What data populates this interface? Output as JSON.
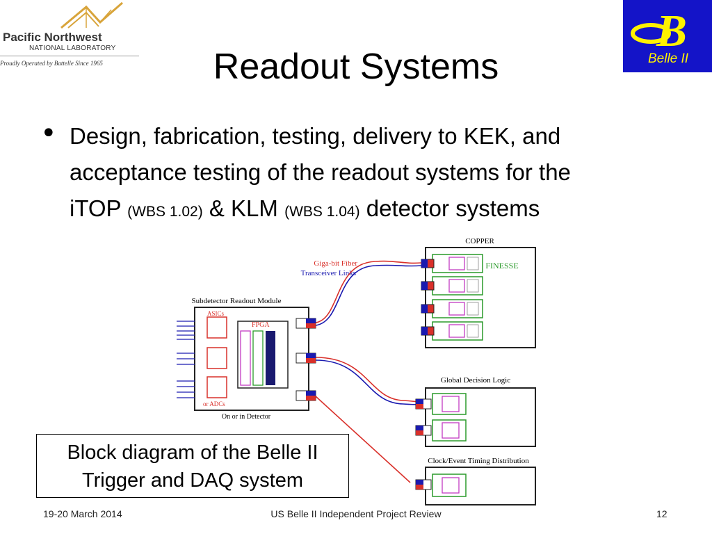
{
  "header": {
    "pnnl_logo": {
      "line1": "Pacific Northwest",
      "line2": "NATIONAL LABORATORY",
      "line3": "Proudly Operated by Battelle Since 1965"
    },
    "belle_logo": {
      "letter": "B",
      "text": "Belle II"
    }
  },
  "title": "Readout Systems",
  "bullet": {
    "line1": "Design, fabrication, testing, delivery to KEK, and",
    "line2": "acceptance testing of the readout systems for the",
    "itop": "iTOP",
    "wbs_itop": "(WBS 1.02)",
    "amp_klm": "& KLM",
    "wbs_klm": "(WBS 1.04)",
    "tail": "detector systems"
  },
  "diagram": {
    "copper": "COPPER",
    "finesse": "FINESSE",
    "fiber_line1": "Giga-bit Fiber",
    "fiber_line2": "Transceiver Links",
    "module_title": "Subdetector Readout Module",
    "asics": "ASICs",
    "fpga": "FPGA",
    "adcs": "or ADCs",
    "on_detector": "On or in Detector",
    "gdl": "Global Decision Logic",
    "clock": "Clock/Event Timing Distribution",
    "colors": {
      "red": "#d9302a",
      "blue": "#1a1ab0",
      "green": "#2a9a2a",
      "magenta": "#c23bc2"
    }
  },
  "caption": {
    "line1": "Block diagram of the Belle II",
    "line2": "Trigger and DAQ system"
  },
  "footer": {
    "date": "19-20 March 2014",
    "center": "US Belle II Independent Project Review",
    "page": "12"
  }
}
